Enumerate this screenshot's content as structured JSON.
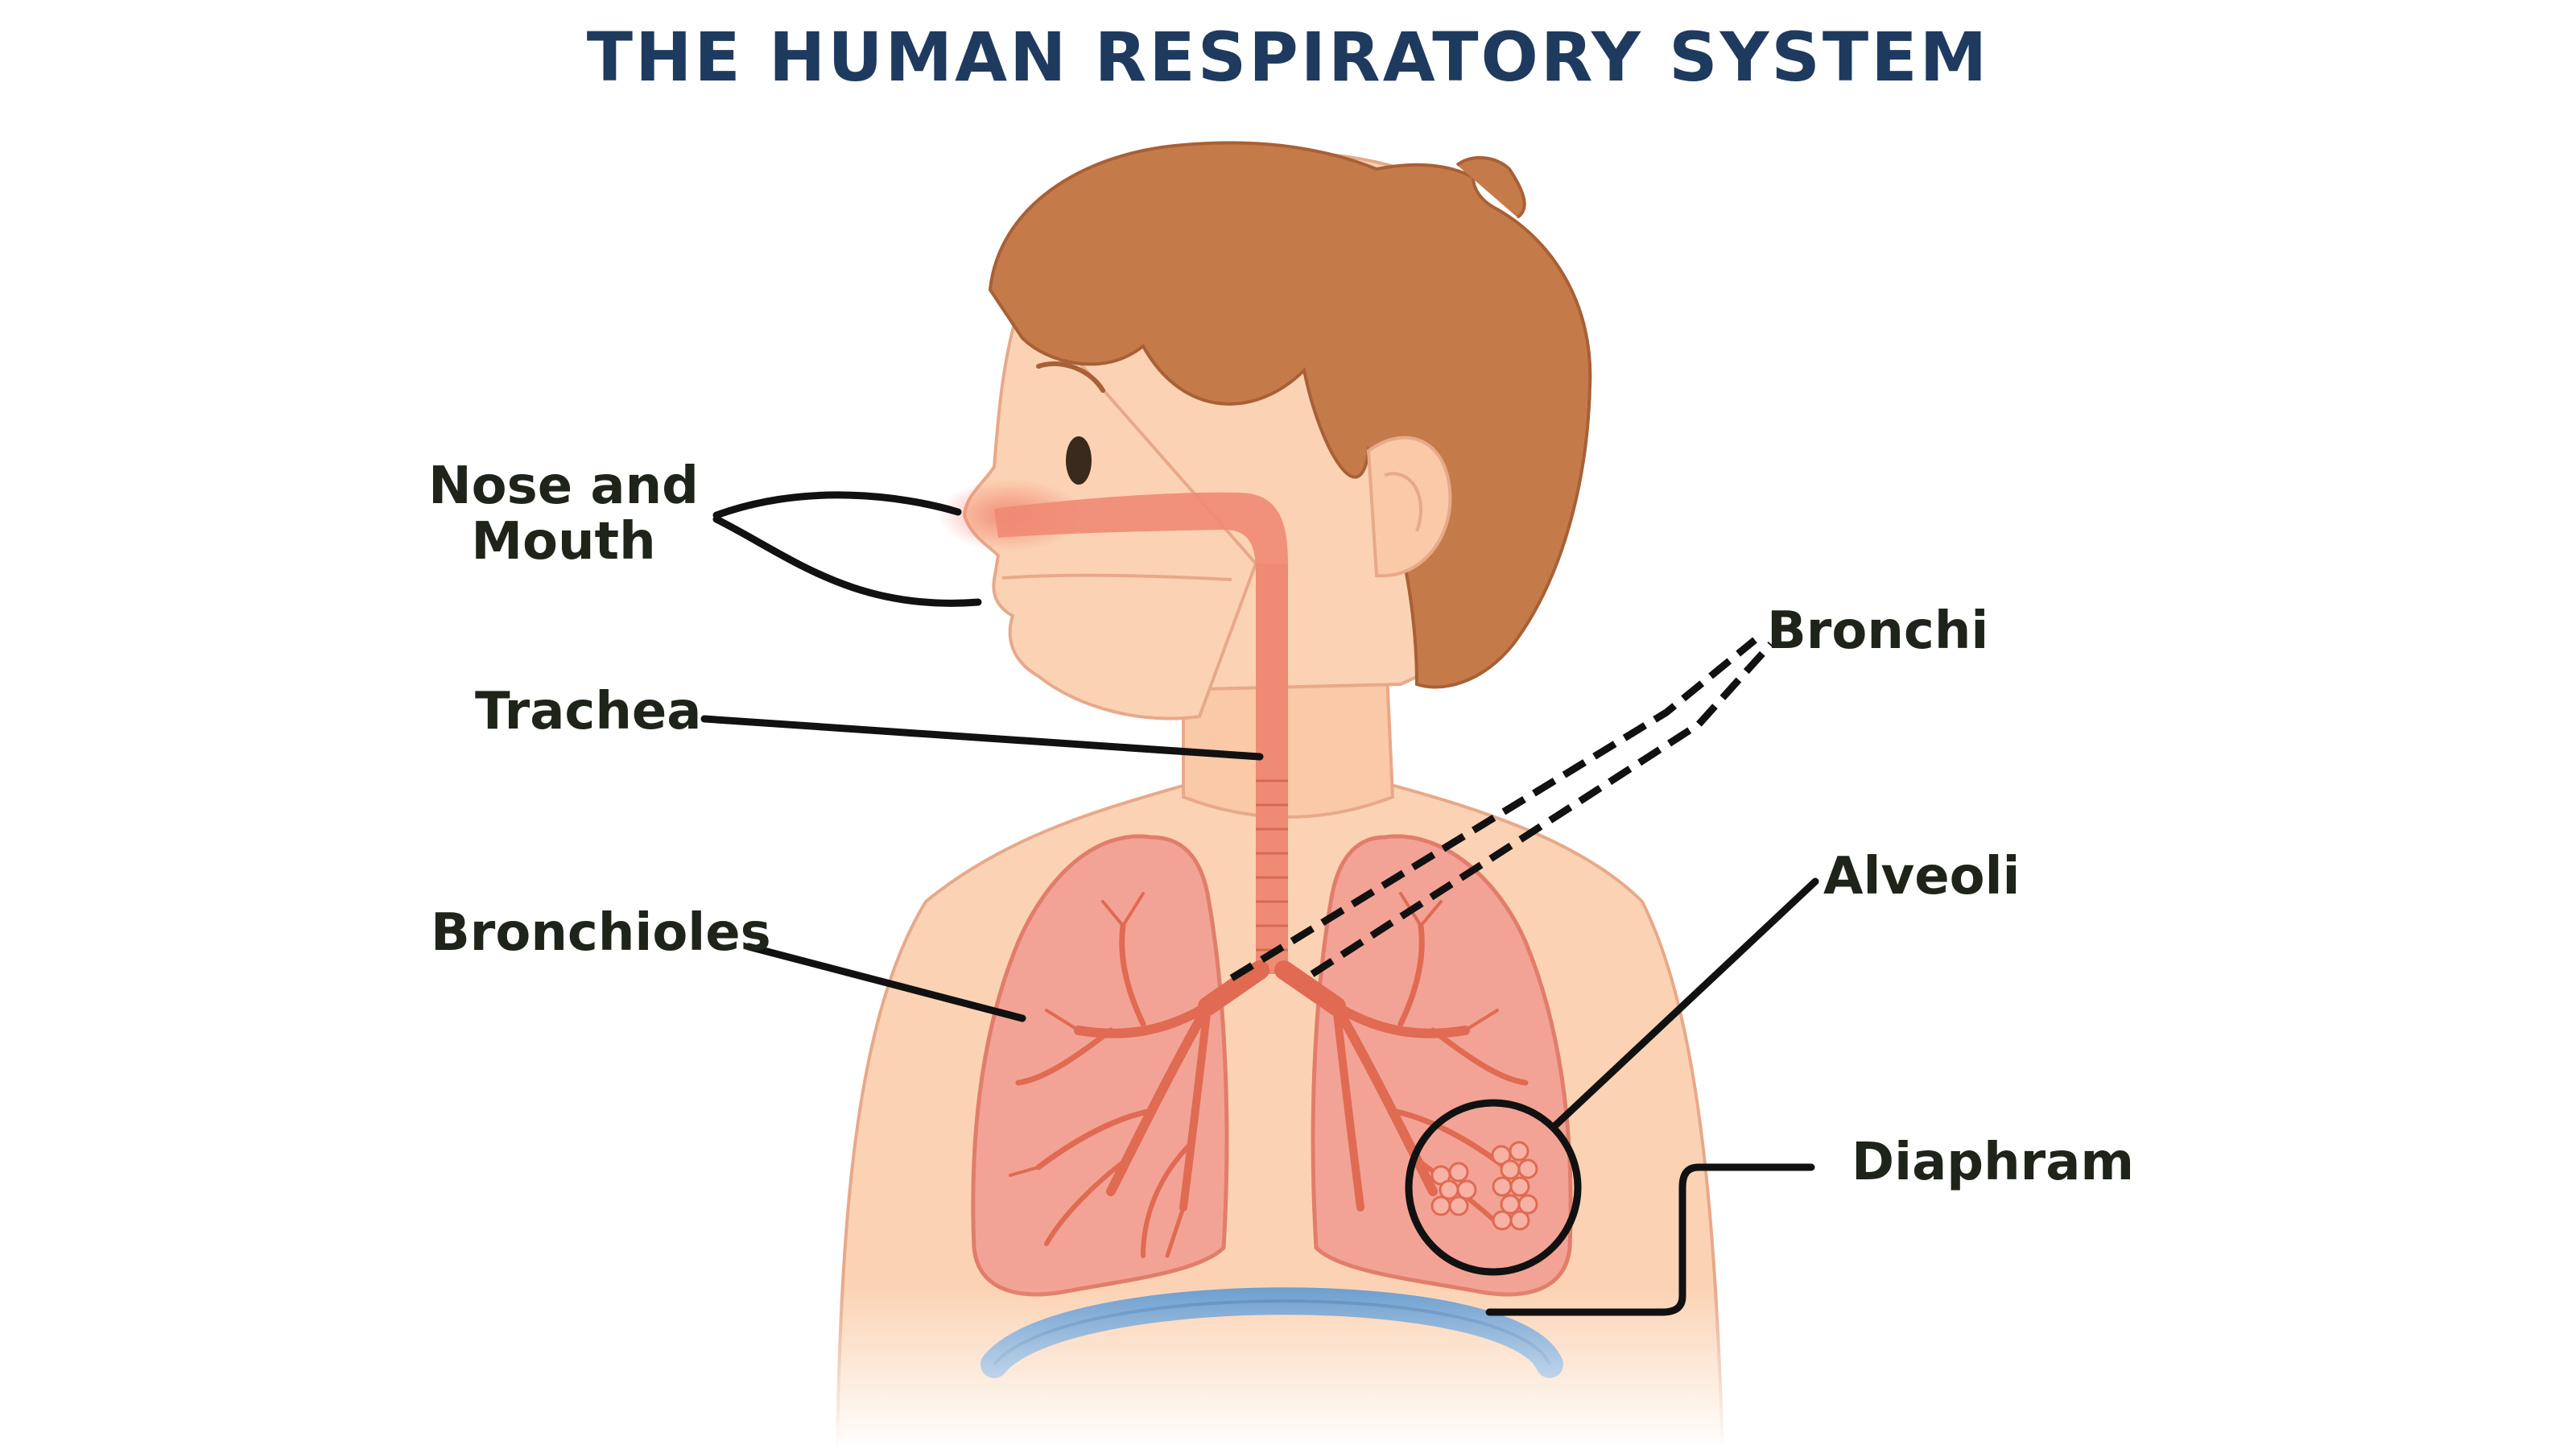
{
  "title": "THE HUMAN RESPIRATORY SYSTEM",
  "labels": {
    "nose_and_mouth": "Nose and\nMouth",
    "trachea": "Trachea",
    "bronchioles": "Bronchioles",
    "bronchi": "Bronchi",
    "alveoli": "Alveoli",
    "diaphram": "Diaphram"
  },
  "colors": {
    "title": "#1f3a5f",
    "label_text": "#1e241a",
    "skin": "#fbd3b4",
    "hair": "#c57a4a",
    "airway": "#ef8a74",
    "lung": "#f2a395",
    "diaphragm": "#6f9fcf",
    "leader_line": "#111111"
  }
}
